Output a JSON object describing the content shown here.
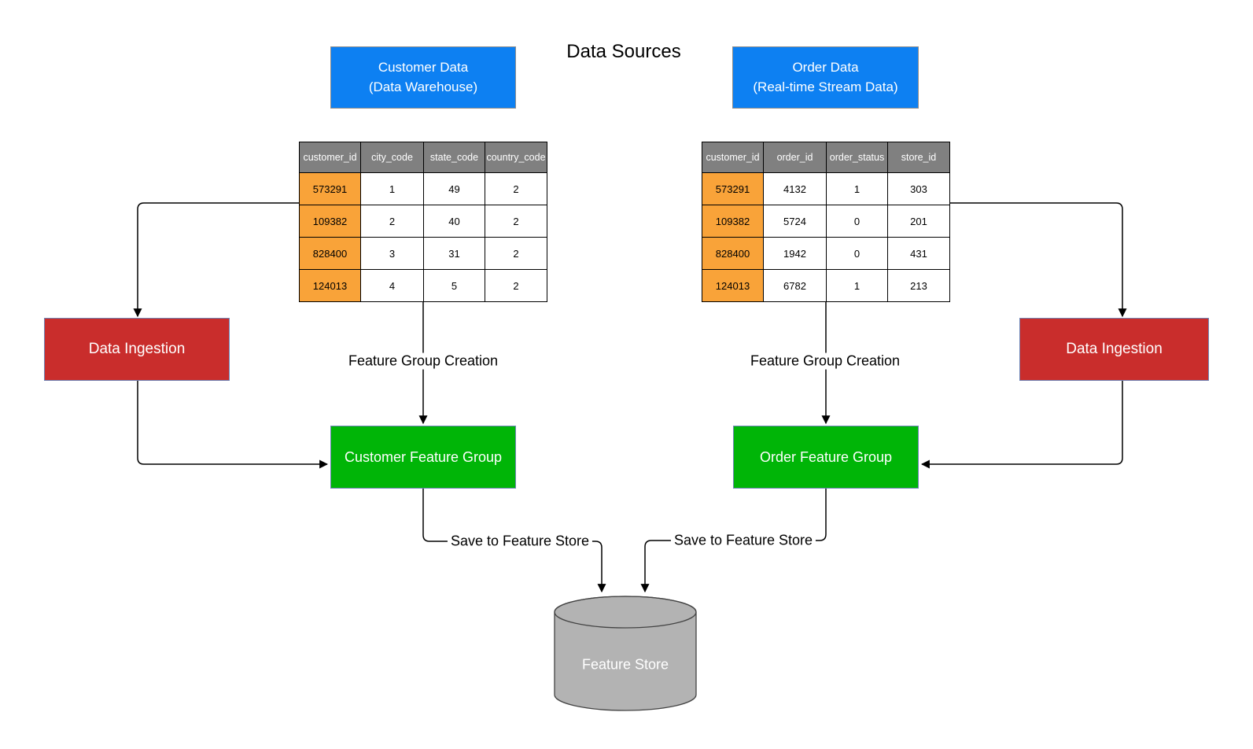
{
  "diagram": {
    "title": "Data Sources"
  },
  "colors": {
    "source_fill": "#0d80f2",
    "source_border": "#8c8c8c",
    "ingestion_fill": "#c92d2c",
    "feature_group_fill": "#00b507",
    "box_border": "#6e84b5",
    "table_header_fill": "#808080",
    "key_cell_fill": "#f9a339",
    "store_fill": "#b3b3b3",
    "store_border": "#444444",
    "line_color": "#000000"
  },
  "nodes": {
    "customer_source": {
      "line1": "Customer Data",
      "line2": "(Data Warehouse)"
    },
    "order_source": {
      "line1": "Order Data",
      "line2": "(Real-time Stream Data)"
    },
    "ingestion_left": {
      "label": "Data Ingestion"
    },
    "ingestion_right": {
      "label": "Data Ingestion"
    },
    "customer_feature_group": {
      "label": "Customer Feature Group"
    },
    "order_feature_group": {
      "label": "Order Feature Group"
    },
    "feature_store": {
      "label": "Feature Store"
    }
  },
  "edge_labels": {
    "feature_group_creation_left": "Feature Group Creation",
    "feature_group_creation_right": "Feature Group Creation",
    "save_to_feature_store_left": "Save to Feature Store",
    "save_to_feature_store_right": "Save to Feature Store"
  },
  "tables": {
    "customer": {
      "headers": [
        "customer_id",
        "city_code",
        "state_code",
        "country_code"
      ],
      "rows": [
        [
          "573291",
          "1",
          "49",
          "2"
        ],
        [
          "109382",
          "2",
          "40",
          "2"
        ],
        [
          "828400",
          "3",
          "31",
          "2"
        ],
        [
          "124013",
          "4",
          "5",
          "2"
        ]
      ]
    },
    "order": {
      "headers": [
        "customer_id",
        "order_id",
        "order_status",
        "store_id"
      ],
      "rows": [
        [
          "573291",
          "4132",
          "1",
          "303"
        ],
        [
          "109382",
          "5724",
          "0",
          "201"
        ],
        [
          "828400",
          "1942",
          "0",
          "431"
        ],
        [
          "124013",
          "6782",
          "1",
          "213"
        ]
      ]
    }
  }
}
